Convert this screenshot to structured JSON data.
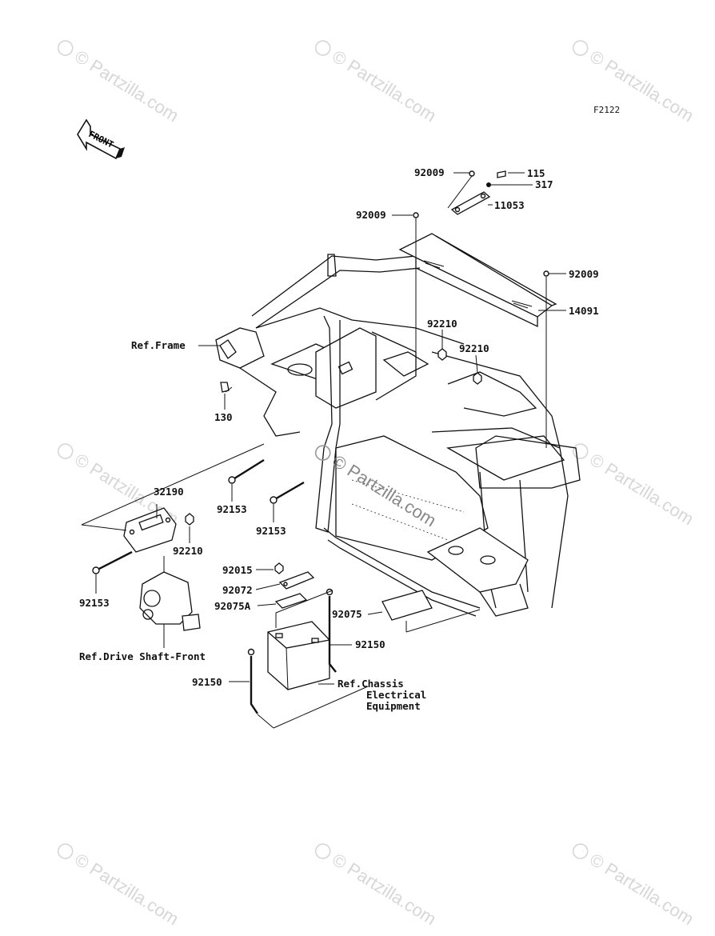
{
  "figure_code": "F2122",
  "front_label": "FRONT",
  "watermark": "© Partzilla.com",
  "parts": {
    "p92009_top": "92009",
    "p115": "115",
    "p317": "317",
    "p11053": "11053",
    "p92009_left": "92009",
    "p92009_right": "92009",
    "p14091": "14091",
    "p92210_a": "92210",
    "p92210_b": "92210",
    "p92210_c": "92210",
    "p130": "130",
    "p92153_a": "92153",
    "p92153_b": "92153",
    "p92153_c": "92153",
    "p32190": "32190",
    "p92015": "92015",
    "p92072": "92072",
    "p92075A": "92075A",
    "p92075": "92075",
    "p92150_a": "92150",
    "p92150_b": "92150"
  },
  "refs": {
    "frame": "Ref.Frame",
    "drive_shaft": "Ref.Drive Shaft-Front",
    "chassis_1": "Ref.Chassis",
    "chassis_2": "Electrical",
    "chassis_3": "Equipment"
  }
}
